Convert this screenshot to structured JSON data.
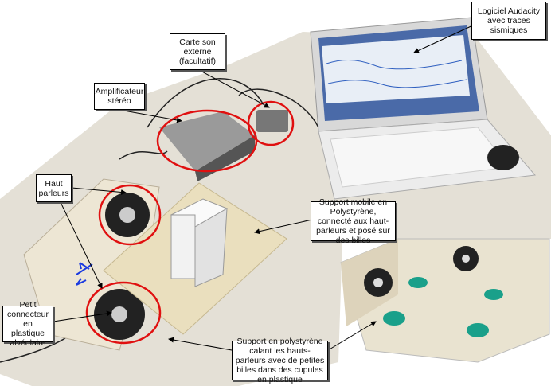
{
  "labels": {
    "software": "Logiciel Audacity avec traces sismiques",
    "sound_card": "Carte son externe (facultatif)",
    "amplifier": "Amplificateur stéréo",
    "speakers": "Haut parleurs",
    "mobile_support": "Support mobile en Polystyrène, connecté aux haut-parleurs et posé sur des billes",
    "connector": "Petit connecteur en plastique alvéolaire",
    "fixed_support": "Support en polystyrène calant les hauts-parleurs avec de petites billes dans des cupules en plastique"
  },
  "colors": {
    "highlight": "#e01010",
    "arrow": "#000000",
    "motion_arrows": "#1a3ae0"
  }
}
